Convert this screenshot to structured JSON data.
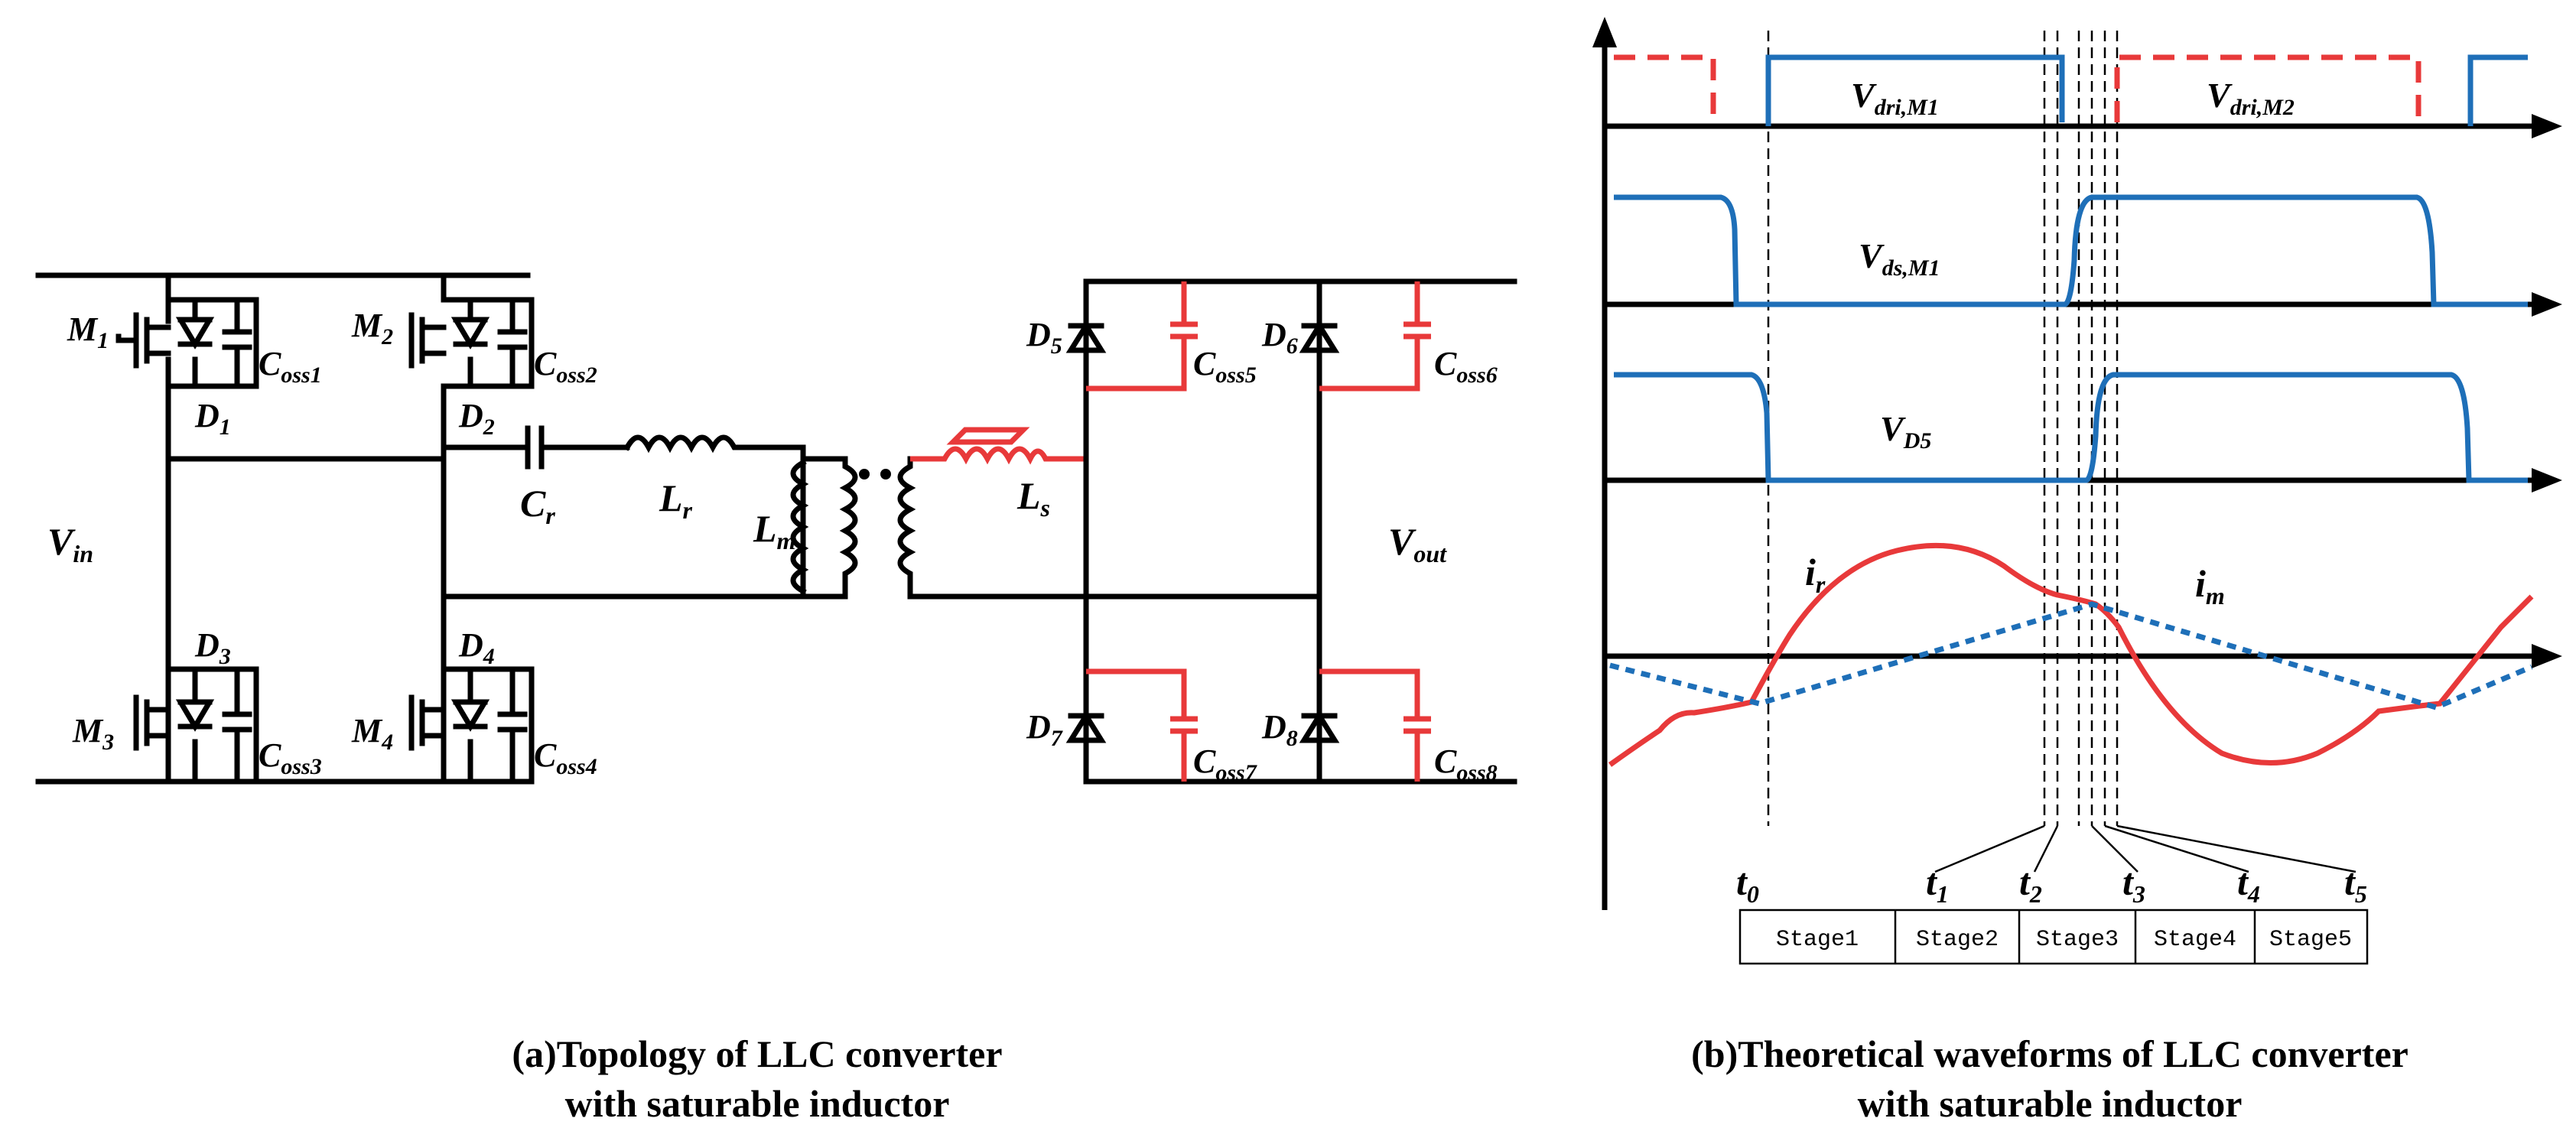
{
  "left": {
    "caption_line1": "(a)Topology of LLC converter",
    "caption_line2": "with saturable inductor",
    "labels": {
      "M1": "M",
      "M1_sub": "1",
      "M2": "M",
      "M2_sub": "2",
      "M3": "M",
      "M3_sub": "3",
      "M4": "M",
      "M4_sub": "4",
      "D1": "D",
      "D1_sub": "1",
      "D2": "D",
      "D2_sub": "2",
      "D3": "D",
      "D3_sub": "3",
      "D4": "D",
      "D4_sub": "4",
      "Coss1": "C",
      "Coss1_sub": "oss1",
      "Coss2": "C",
      "Coss2_sub": "oss2",
      "Coss3": "C",
      "Coss3_sub": "oss3",
      "Coss4": "C",
      "Coss4_sub": "oss4",
      "Vin": "V",
      "Vin_sub": "in",
      "Cr": "C",
      "Cr_sub": "r",
      "Lr": "L",
      "Lr_sub": "r",
      "Lm": "L",
      "Lm_sub": "m",
      "Ls": "L",
      "Ls_sub": "s",
      "D5": "D",
      "D5_sub": "5",
      "D6": "D",
      "D6_sub": "6",
      "D7": "D",
      "D7_sub": "7",
      "D8": "D",
      "D8_sub": "8",
      "Coss5": "C",
      "Coss5_sub": "oss5",
      "Coss6": "C",
      "Coss6_sub": "oss6",
      "Coss7": "C",
      "Coss7_sub": "oss7",
      "Coss8": "C",
      "Coss8_sub": "oss8",
      "Vout": "V",
      "Vout_sub": "out"
    }
  },
  "right": {
    "caption_line1": "(b)Theoretical  waveforms of LLC converter",
    "caption_line2": "with saturable inductor",
    "labels": {
      "Vdri_M1": "V",
      "Vdri_M1_sub": "dri,M1",
      "Vdri_M2": "V",
      "Vdri_M2_sub": "dri,M2",
      "Vds_M1": "V",
      "Vds_M1_sub": "ds,M1",
      "VD5": "V",
      "VD5_sub": "D5",
      "ir": "i",
      "ir_sub": "r",
      "im": "i",
      "im_sub": "m"
    },
    "time_marks": [
      {
        "t": "t",
        "sub": "0"
      },
      {
        "t": "t",
        "sub": "1"
      },
      {
        "t": "t",
        "sub": "2"
      },
      {
        "t": "t",
        "sub": "3"
      },
      {
        "t": "t",
        "sub": "4"
      },
      {
        "t": "t",
        "sub": "5"
      }
    ],
    "stages": [
      "Stage1",
      "Stage2",
      "Stage3",
      "Stage4",
      "Stage5"
    ]
  },
  "colors": {
    "circuit": "#000000",
    "saturable_inductor_branch": "#e8393a",
    "drive_and_voltage_waveforms": "#1e6fb8",
    "resonant_current": "#e8393a"
  }
}
